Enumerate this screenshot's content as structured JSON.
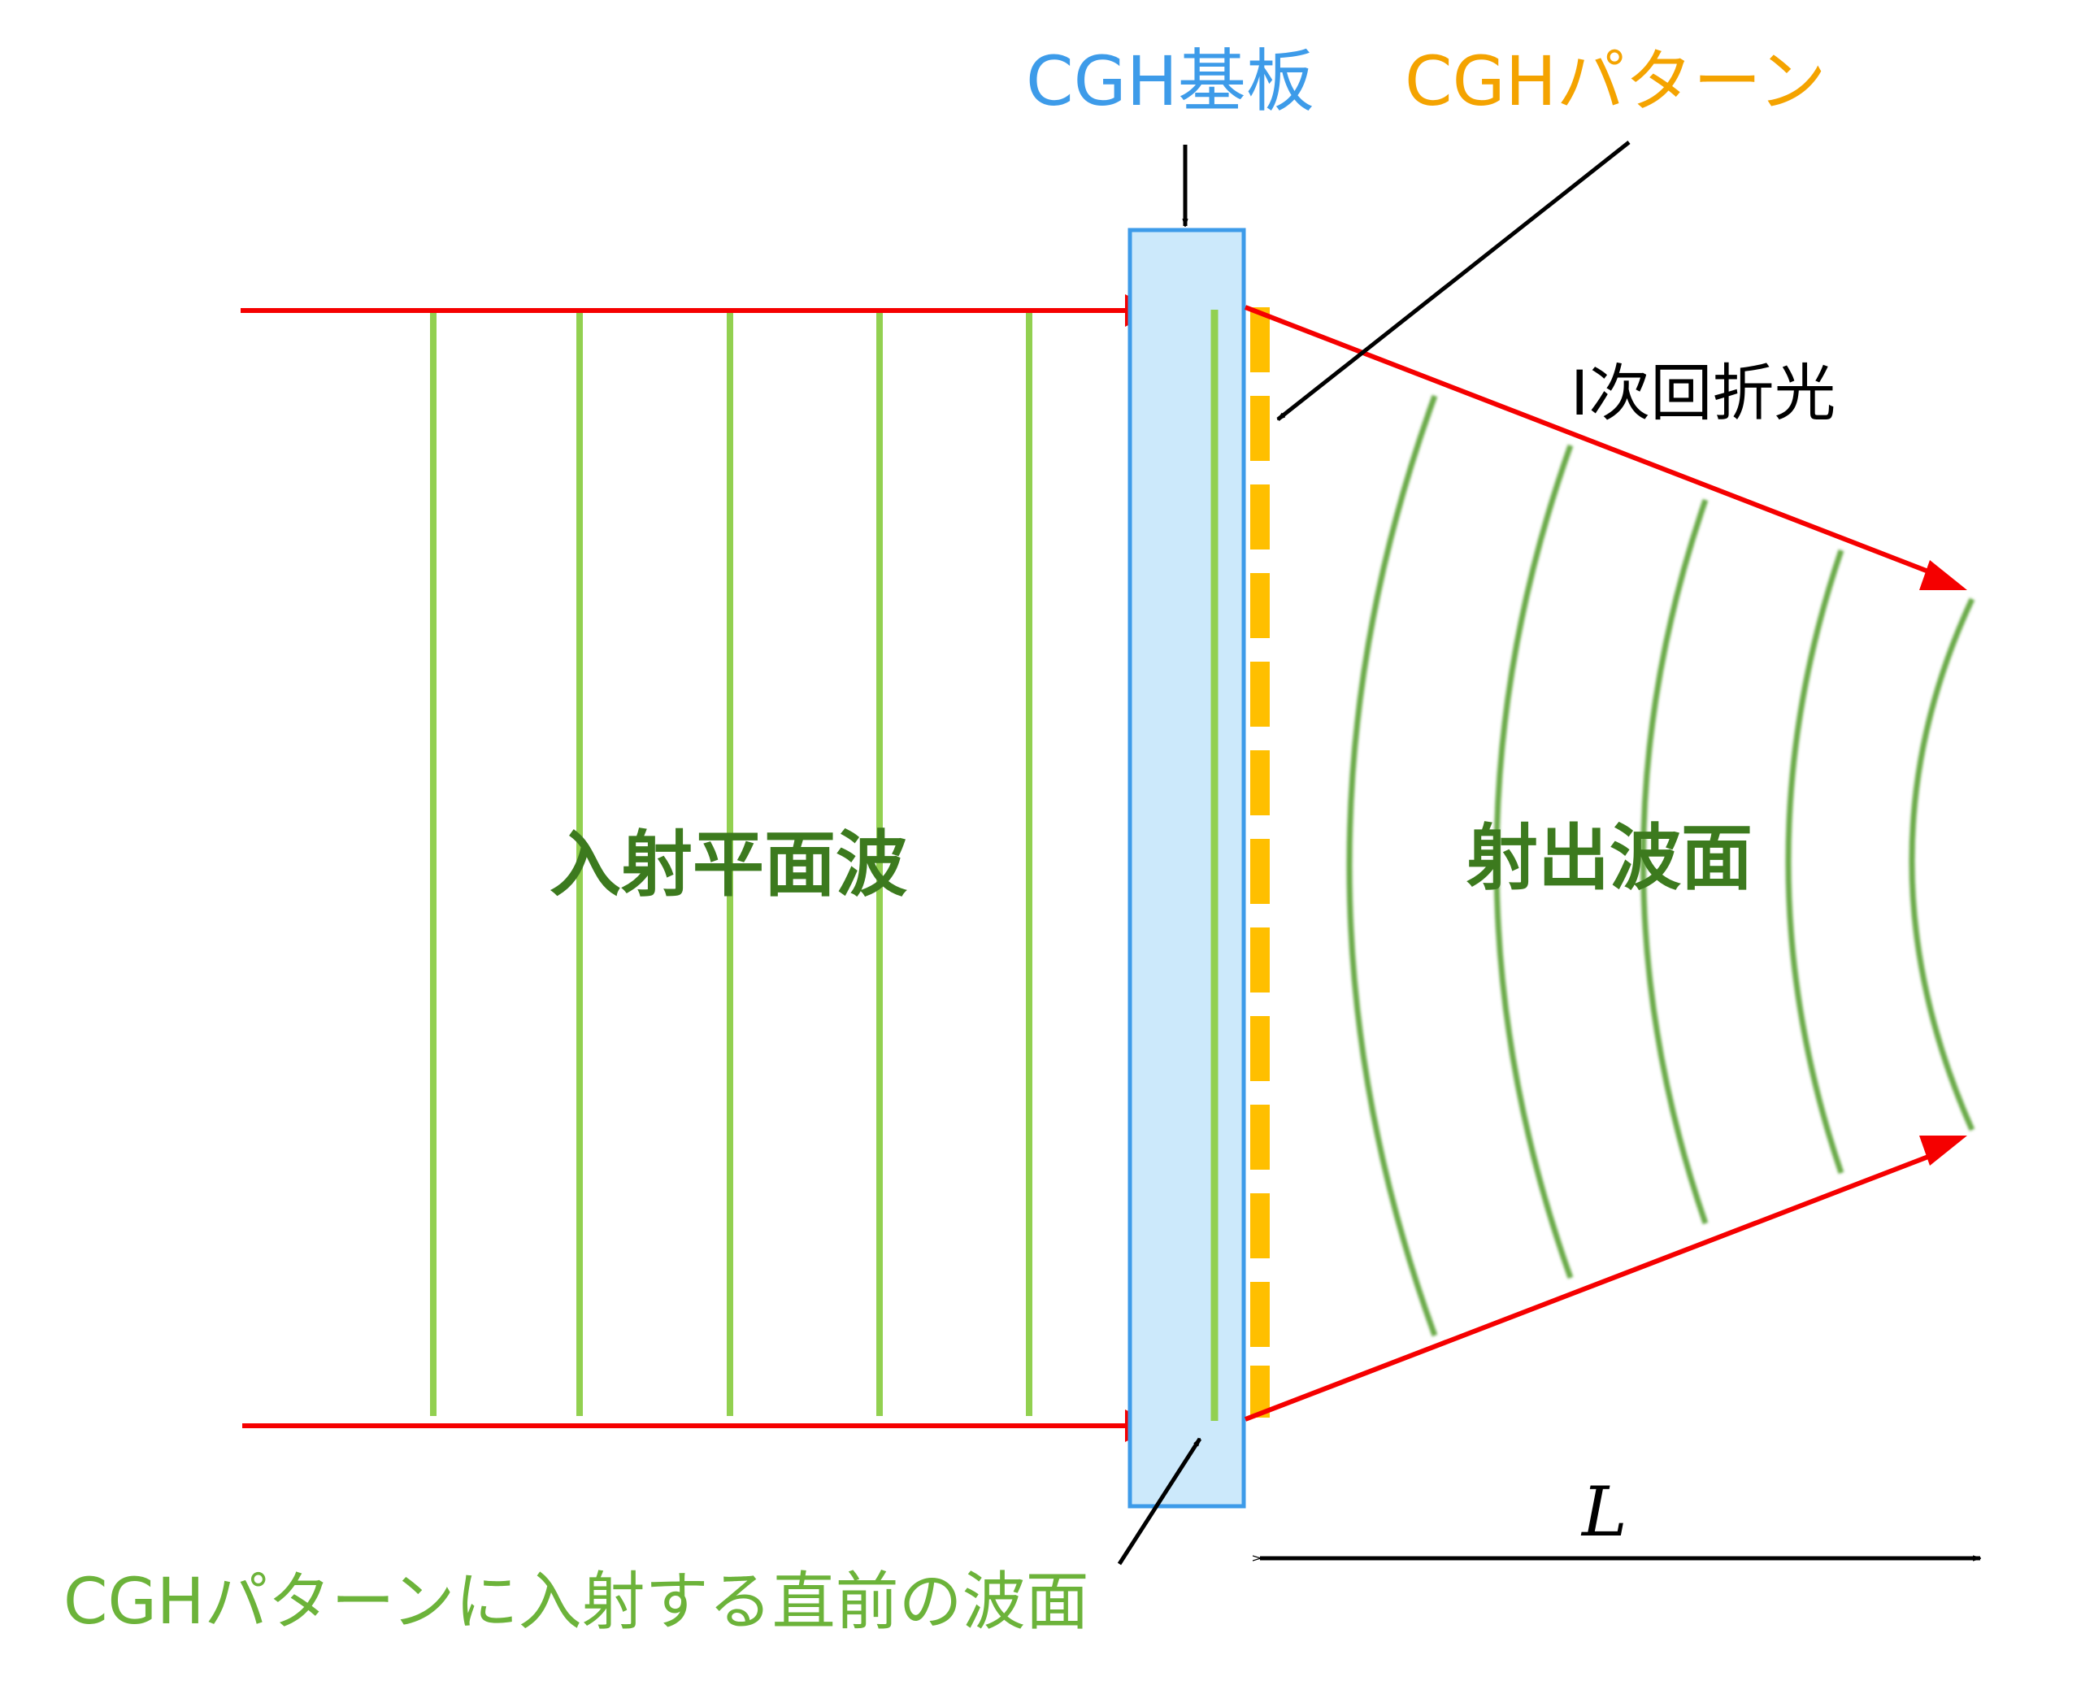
{
  "labels": {
    "cgh_substrate": "CGH基板",
    "cgh_pattern": "CGHパターン",
    "first_order_diffraction": "I次回折光",
    "incident_plane_wave": "入射平面波",
    "outgoing_wavefront": "射出波面",
    "wavefront_before_cgh": "CGHパターンに入射する直前の波面",
    "length": "L"
  },
  "colors": {
    "beam": "#f50000",
    "substrate_fill": "#cce9fb",
    "substrate_border": "#3d9be9",
    "pattern": "#ffbf00",
    "wavefront": "#92d050",
    "curved_wavefront": "#6aaa4a",
    "text_green_dark": "#3c7a1e",
    "text_green_light": "#6cb33a",
    "text_orange": "#f4a300",
    "text_blue": "#3d9be9"
  }
}
